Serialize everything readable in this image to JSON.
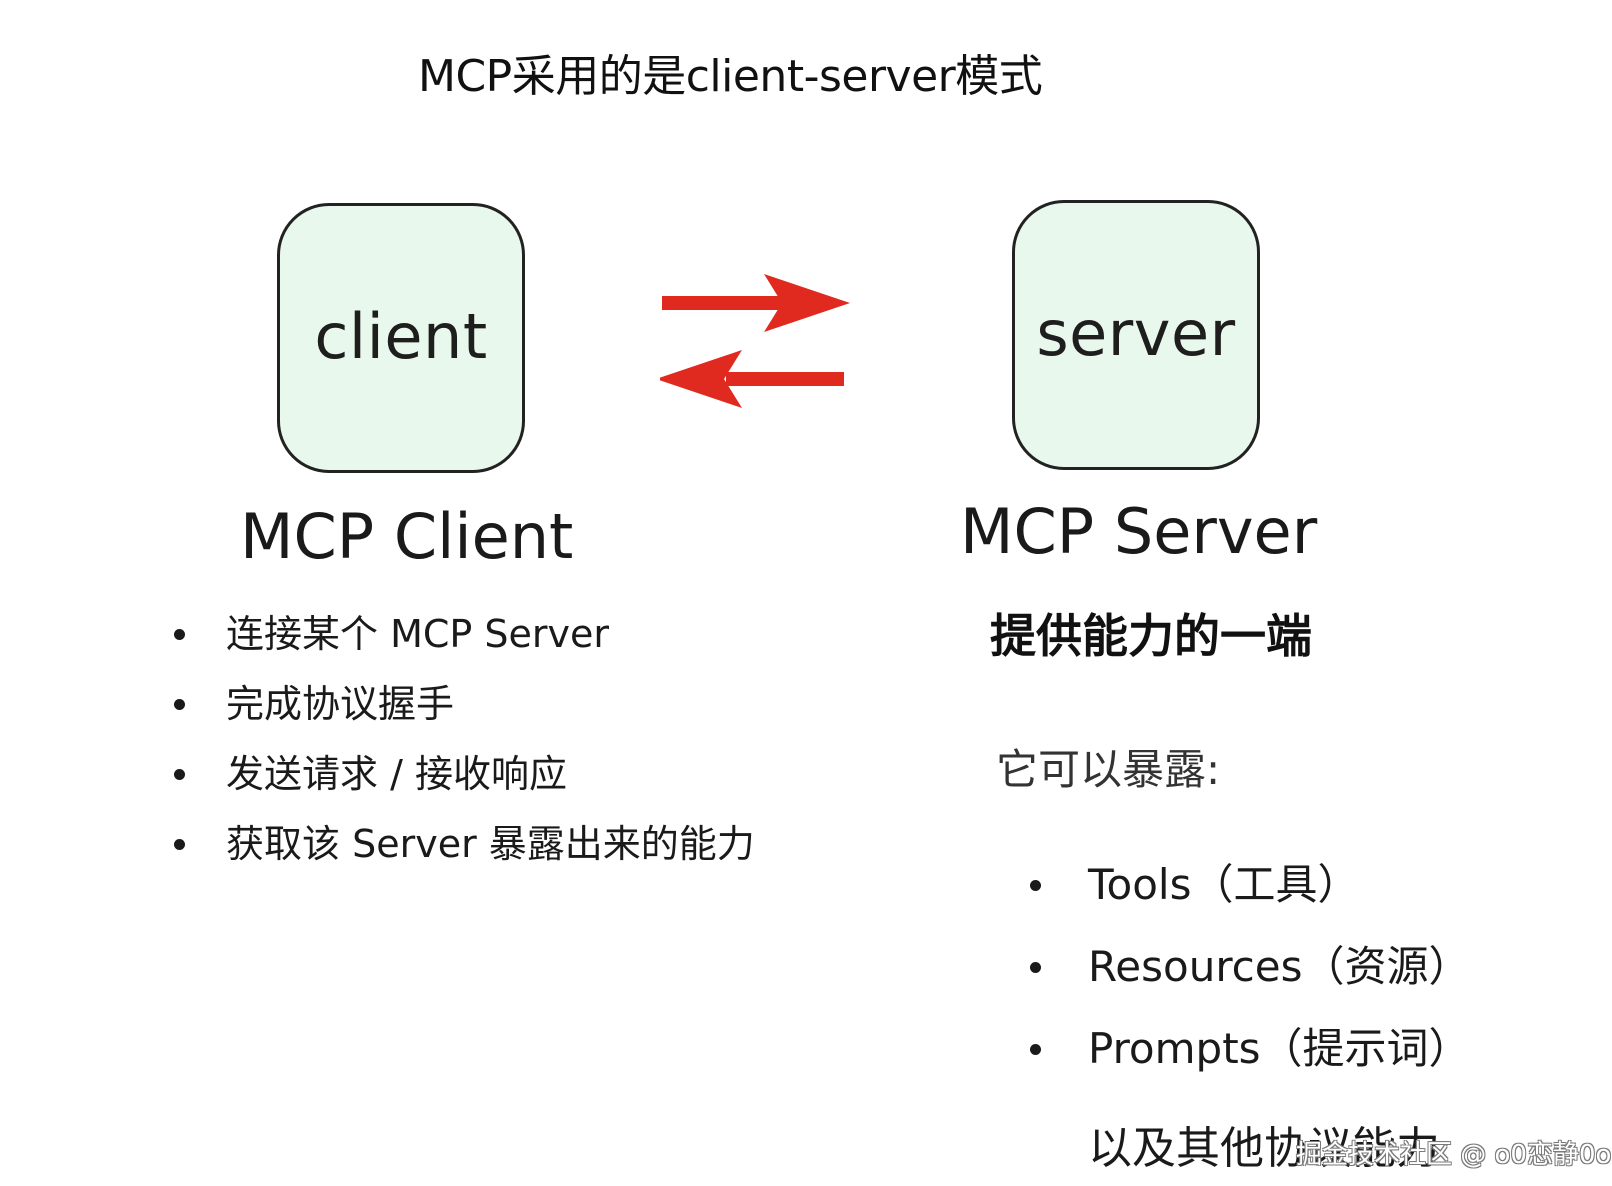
{
  "title": "MCP采用的是client-server模式",
  "client": {
    "box_label": "client",
    "name": "MCP Client",
    "items": [
      "连接某个 MCP Server",
      "完成协议握手",
      "发送请求 / 接收响应",
      "获取该 Server 暴露出来的能力"
    ]
  },
  "server": {
    "box_label": "server",
    "name": "MCP Server",
    "subtitle": "提供能力的一端",
    "expose_intro": "它可以暴露:",
    "items": [
      "Tools（工具）",
      "Resources（资源）",
      "Prompts（提示词）"
    ],
    "extra": "以及其他协议能力"
  },
  "watermark": "掘金技术社区 @ o0恋静0o",
  "colors": {
    "box_fill": "#e9f8ec",
    "box_border": "#222222",
    "arrow": "#e02a1f"
  }
}
